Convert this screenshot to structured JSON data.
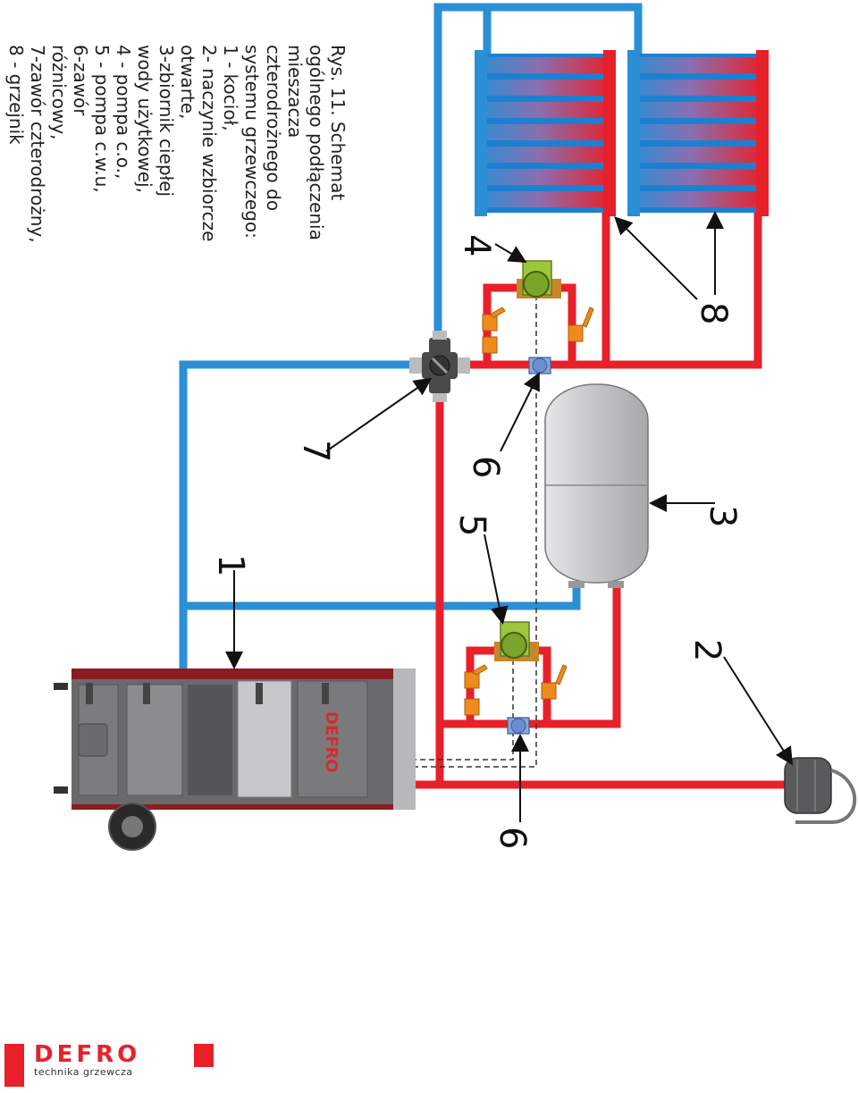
{
  "caption": {
    "lines": [
      "Rys. 11. Schemat",
      "ogólnego podłączenia",
      "mieszacza",
      "czterodrożnego do",
      "systemu grzewczego:",
      " 1 - kocioł,",
      "2- naczynie wzbiorcze",
      "otwarte,",
      "3-zbiornik ciepłej",
      "wody użytkowej,",
      "4 - pompa c.o.,",
      "5 - pompa c.w.u,",
      "6-zawór",
      "różnicowy,",
      "7-zawór czterodrożny,",
      "8 - grzejnik"
    ]
  },
  "labels": {
    "n1": "1",
    "n2": "2",
    "n3": "3",
    "n4": "4",
    "n5": "5",
    "n6a": "6",
    "n6b": "6",
    "n7": "7",
    "n8": "8"
  },
  "boiler_brand": "DEFRO",
  "logo": {
    "brand": "DEFRO",
    "tagline": "technika grzewcza"
  },
  "colors": {
    "hot": "#e8202a",
    "cold": "#2b8fd6",
    "tank": "#c9c9cb",
    "pump": "#9dc63b"
  }
}
